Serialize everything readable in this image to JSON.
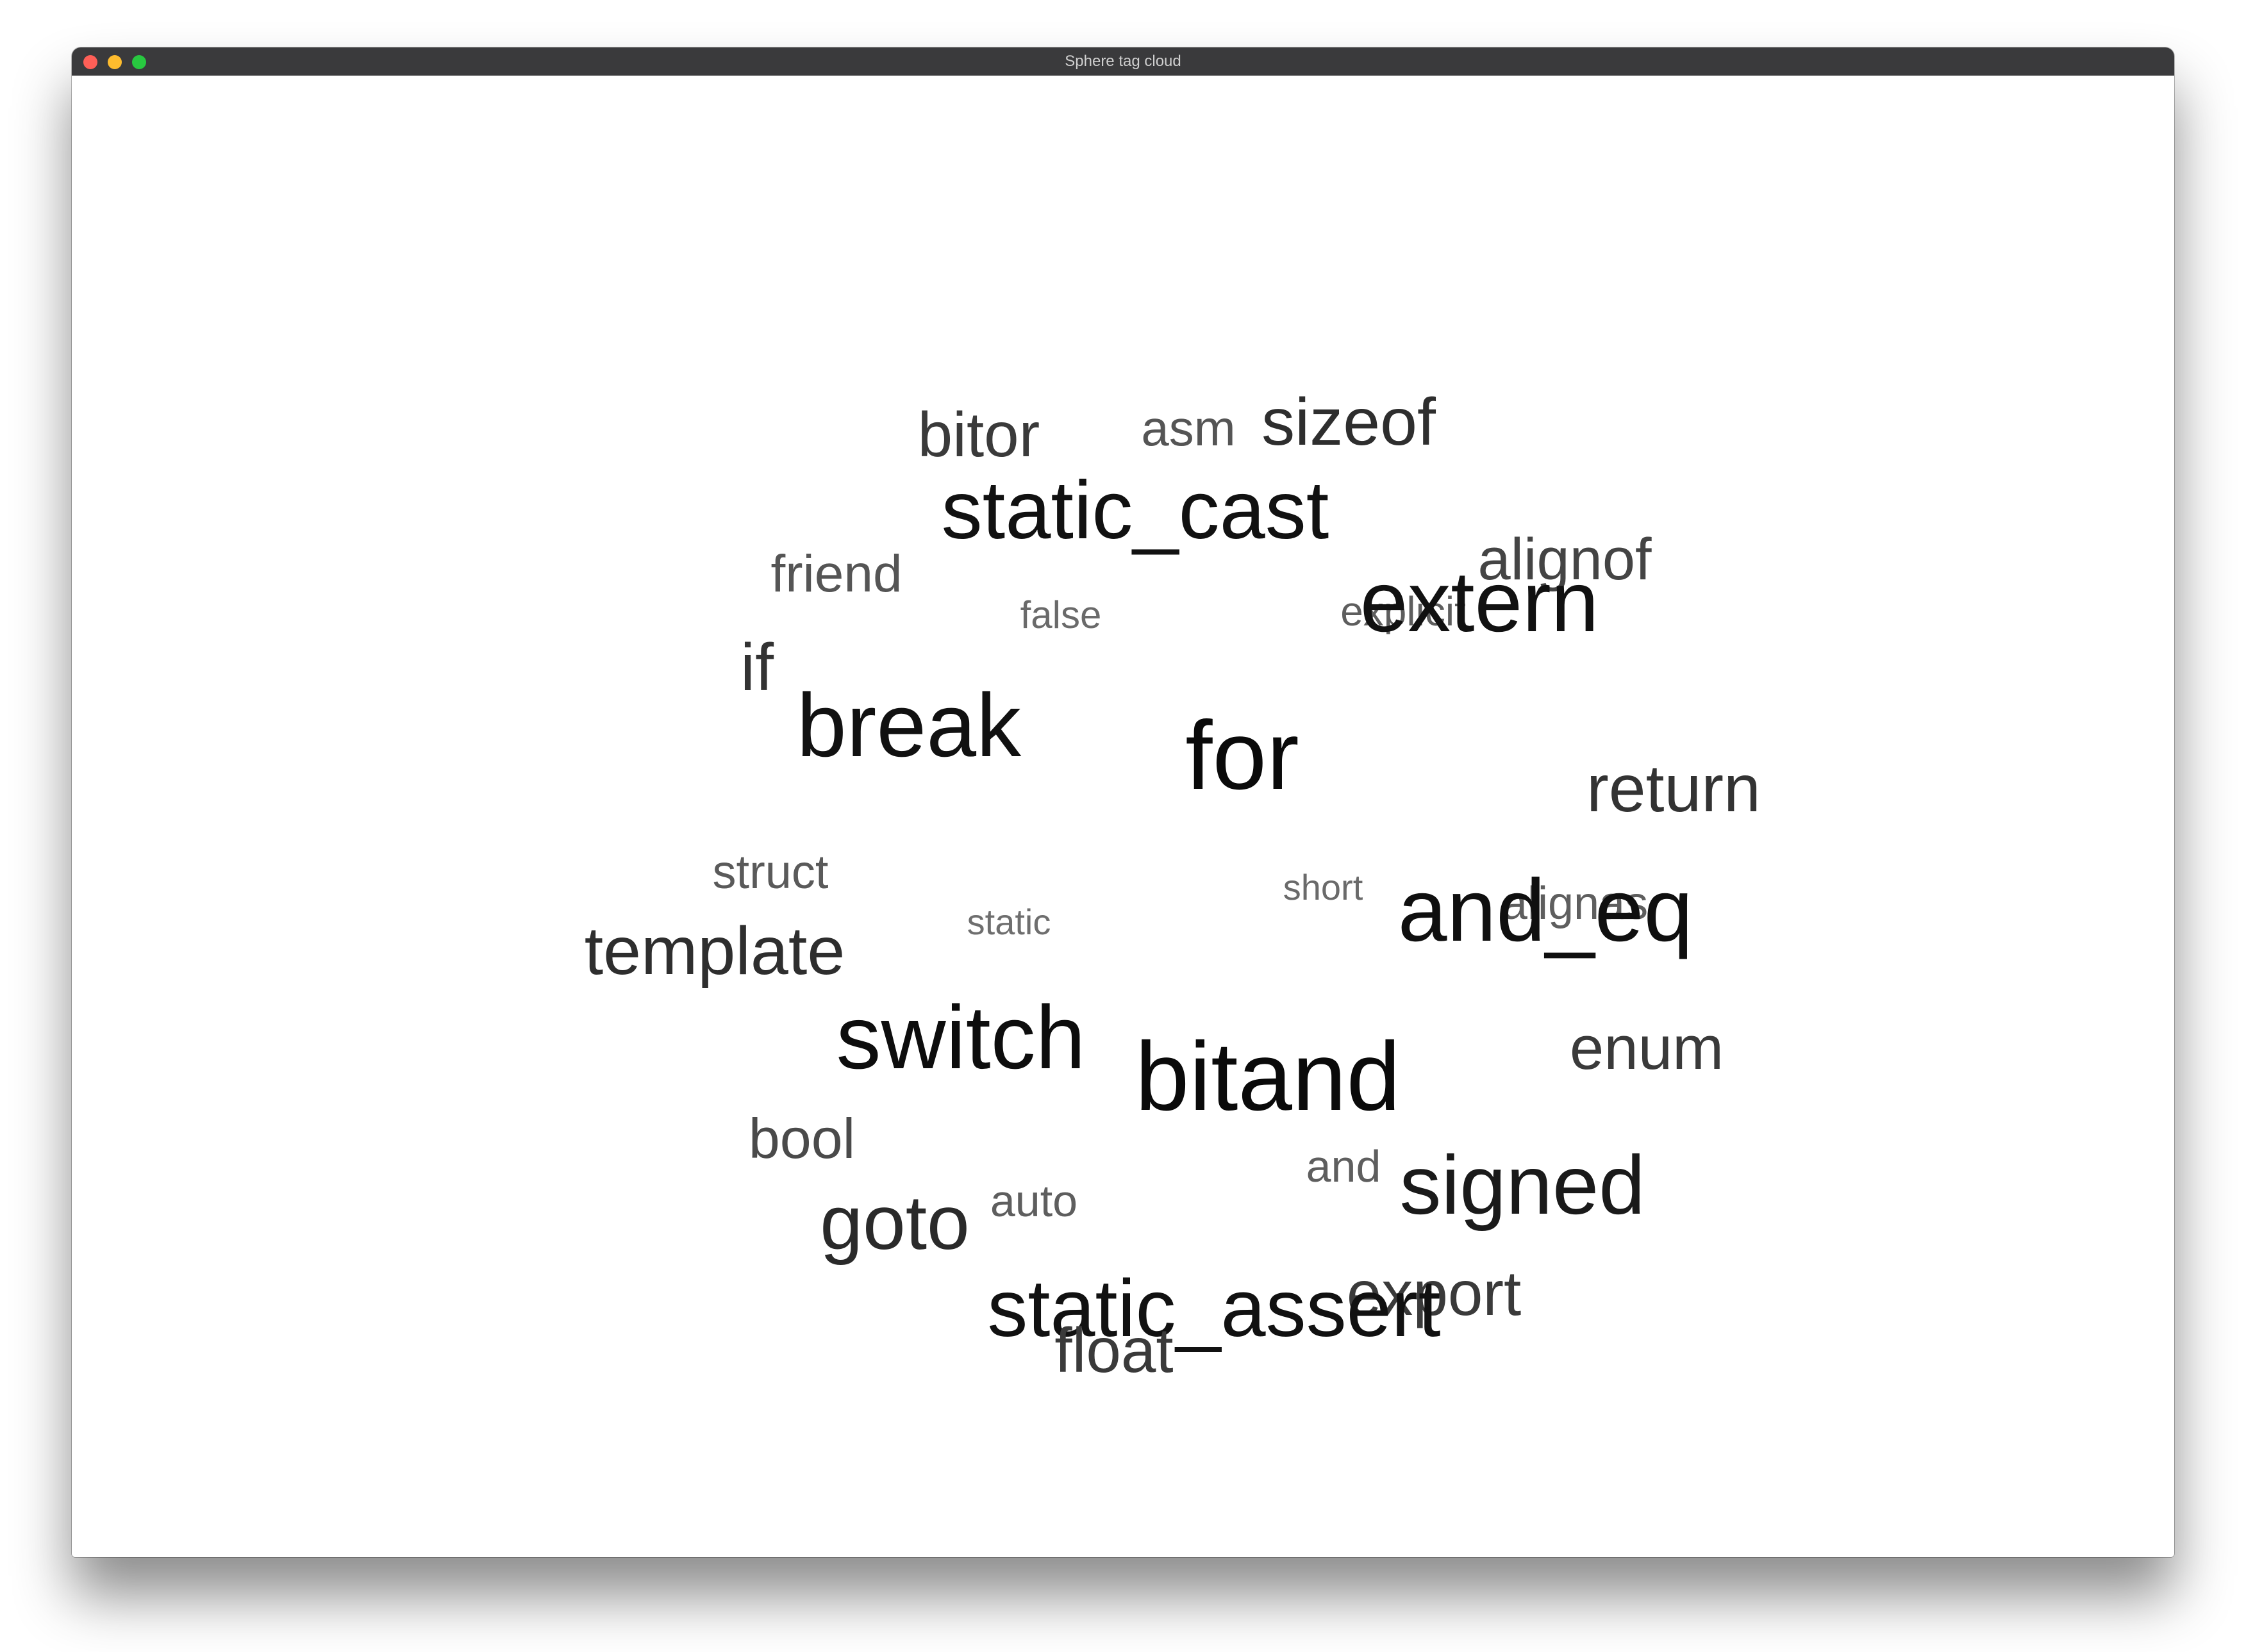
{
  "window": {
    "title": "Sphere tag cloud"
  },
  "tag_cloud": {
    "tags": [
      {
        "text": "bitor",
        "color": "#3a3a3a"
      },
      {
        "text": "asm",
        "color": "#555555"
      },
      {
        "text": "sizeof",
        "color": "#2e2e2e"
      },
      {
        "text": "static_cast",
        "color": "#111111"
      },
      {
        "text": "alignof",
        "color": "#444444"
      },
      {
        "text": "friend",
        "color": "#555555"
      },
      {
        "text": "false",
        "color": "#6a6a6a"
      },
      {
        "text": "explicit",
        "color": "#5e5e5e"
      },
      {
        "text": "extern",
        "color": "#111111"
      },
      {
        "text": "if",
        "color": "#333333"
      },
      {
        "text": "break",
        "color": "#111111"
      },
      {
        "text": "for",
        "color": "#0a0a0a"
      },
      {
        "text": "return",
        "color": "#333333"
      },
      {
        "text": "struct",
        "color": "#5a5a5a"
      },
      {
        "text": "short",
        "color": "#6a6a6a"
      },
      {
        "text": "static",
        "color": "#6e6e6e"
      },
      {
        "text": "alignas",
        "color": "#5e5e5e"
      },
      {
        "text": "and_eq",
        "color": "#0f0f0f"
      },
      {
        "text": "template",
        "color": "#2e2e2e"
      },
      {
        "text": "switch",
        "color": "#0d0d0d"
      },
      {
        "text": "bitand",
        "color": "#0a0a0a"
      },
      {
        "text": "enum",
        "color": "#3a3a3a"
      },
      {
        "text": "bool",
        "color": "#4a4a4a"
      },
      {
        "text": "and",
        "color": "#5e5e5e"
      },
      {
        "text": "signed",
        "color": "#1a1a1a"
      },
      {
        "text": "auto",
        "color": "#5e5e5e"
      },
      {
        "text": "goto",
        "color": "#2a2a2a"
      },
      {
        "text": "export",
        "color": "#3a3a3a"
      },
      {
        "text": "static_assert",
        "color": "#111111"
      },
      {
        "text": "float",
        "color": "#3a3a3a"
      }
    ]
  }
}
